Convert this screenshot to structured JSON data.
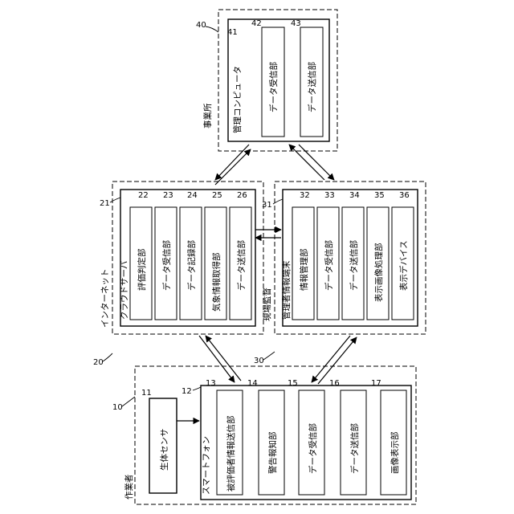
{
  "worker": {
    "ref": "10",
    "label": "作業者",
    "body_sensor": {
      "ref": "11",
      "label": "生体センサ"
    },
    "smartphone": {
      "ref": "12",
      "label": "スマートフォン"
    },
    "parts": [
      {
        "ref": "13",
        "label": "被評価者情報送信部"
      },
      {
        "ref": "14",
        "label": "警告報知部"
      },
      {
        "ref": "15",
        "label": "データ受信部"
      },
      {
        "ref": "16",
        "label": "データ送信部"
      },
      {
        "ref": "17",
        "label": "画像表示部"
      }
    ]
  },
  "internet": {
    "ref": "20",
    "label": "インターネット",
    "cloud_server": {
      "ref": "21",
      "label": "クラウドサーバ"
    },
    "parts": [
      {
        "ref": "22",
        "label": "評価判定部"
      },
      {
        "ref": "23",
        "label": "データ受信部"
      },
      {
        "ref": "24",
        "label": "データ記録部"
      },
      {
        "ref": "25",
        "label": "気象情報取得部"
      },
      {
        "ref": "26",
        "label": "データ送信部"
      }
    ]
  },
  "site_supervisor": {
    "ref": "30",
    "label": "現場監督",
    "terminal": {
      "ref": "31",
      "label": "管理者情報端末"
    },
    "parts": [
      {
        "ref": "32",
        "label": "情報管理部"
      },
      {
        "ref": "33",
        "label": "データ受信部"
      },
      {
        "ref": "34",
        "label": "データ送信部"
      },
      {
        "ref": "35",
        "label": "表示画像処理部"
      },
      {
        "ref": "36",
        "label": "表示デバイス"
      }
    ]
  },
  "office": {
    "ref": "40",
    "label": "事業所",
    "computer": {
      "ref": "41",
      "label": "管理コンピュータ"
    },
    "parts": [
      {
        "ref": "42",
        "label": "データ受信部"
      },
      {
        "ref": "43",
        "label": "データ送信部"
      }
    ]
  }
}
